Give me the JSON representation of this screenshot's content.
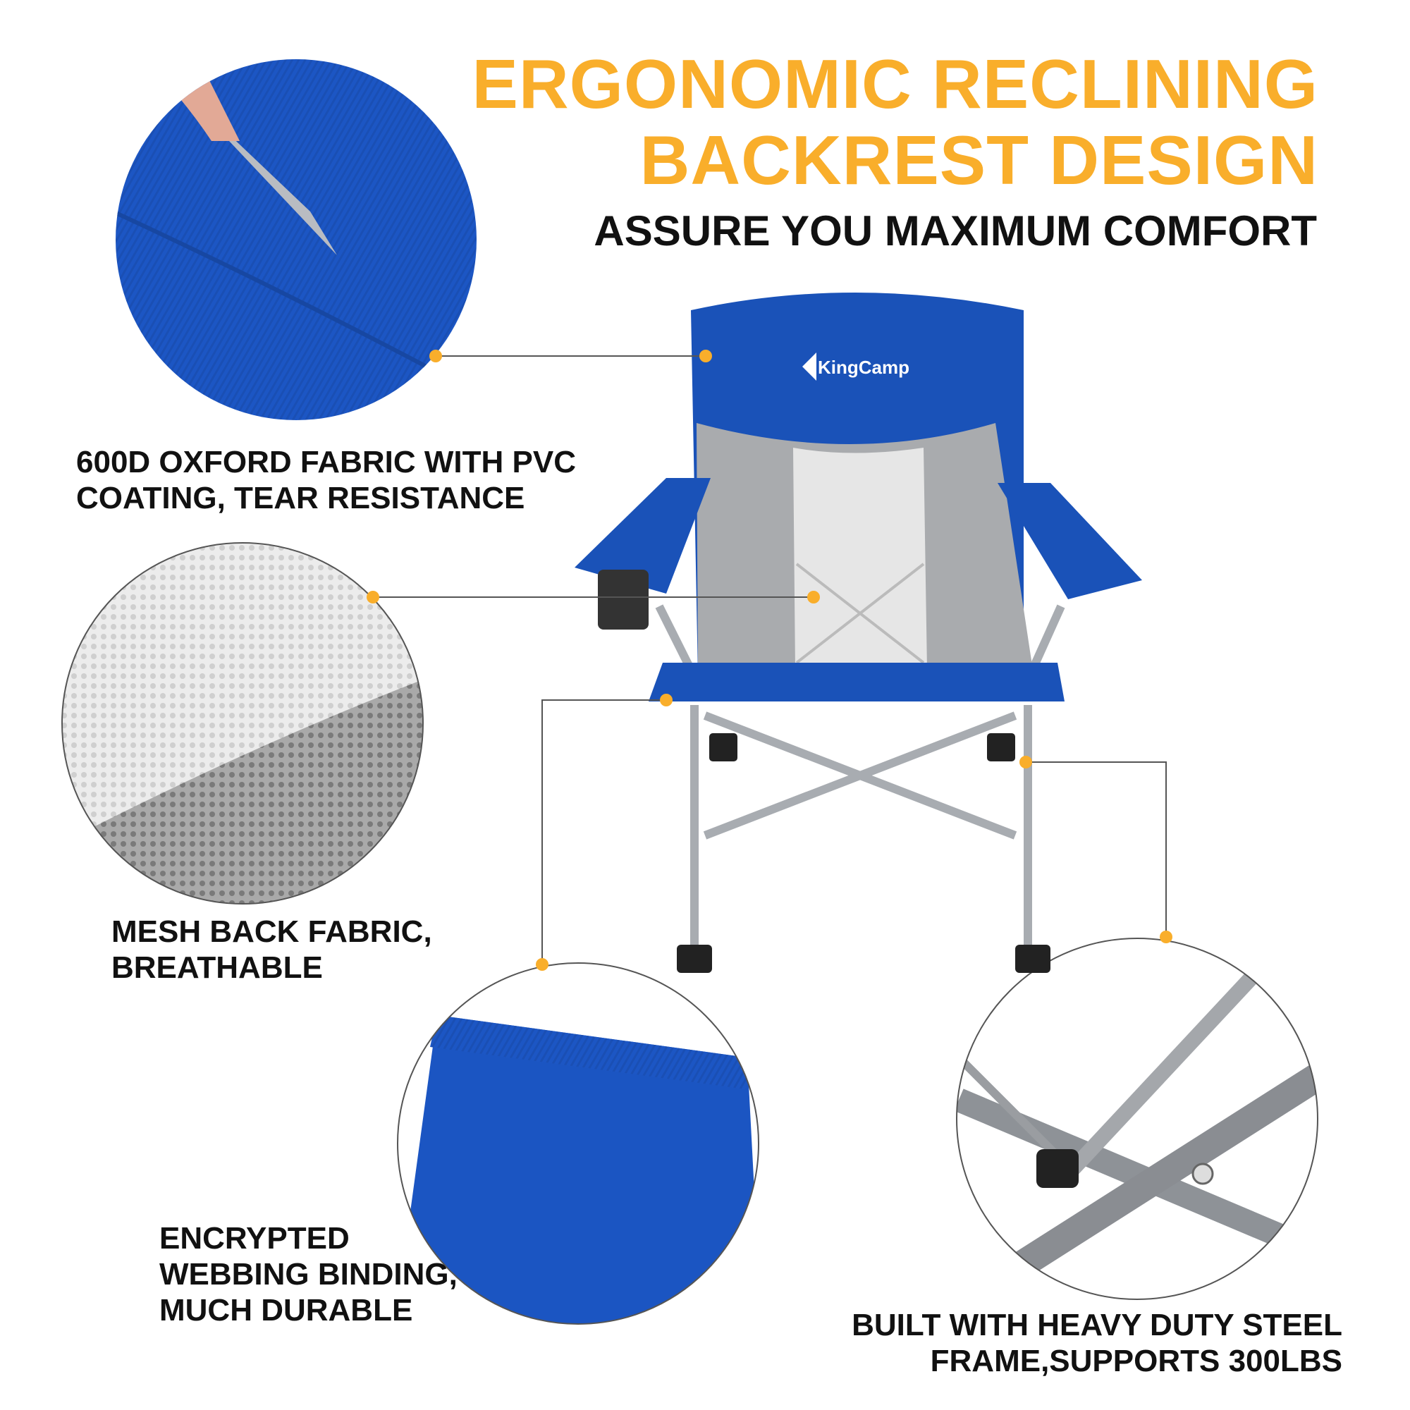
{
  "header": {
    "title_line1": "ERGONOMIC RECLINING",
    "title_line2": "BACKREST DESIGN",
    "subtitle": "ASSURE YOU MAXIMUM COMFORT"
  },
  "brand": {
    "logo_text": "KingCamp"
  },
  "features": [
    {
      "lines": [
        "600D OXFORD FABRIC WITH PVC",
        "COATING, TEAR RESISTANCE"
      ]
    },
    {
      "lines": [
        "MESH BACK FABRIC,",
        "BREATHABLE"
      ]
    },
    {
      "lines": [
        "ENCRYPTED",
        "WEBBING BINDING,",
        "MUCH DURABLE"
      ]
    },
    {
      "lines": [
        "BUILT WITH HEAVY DUTY STEEL",
        "FRAME,SUPPORTS 300LBS"
      ]
    }
  ],
  "colors": {
    "accent": "#f9ae2b",
    "chair_blue": "#1a52b8",
    "mesh_gray": "#a9abae",
    "text": "#111111"
  }
}
